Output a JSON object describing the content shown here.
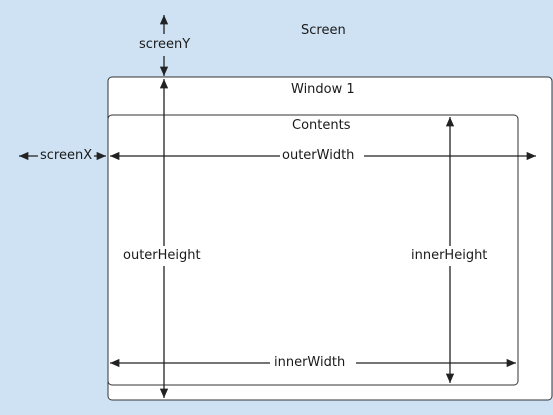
{
  "screen": {
    "label": "Screen"
  },
  "window": {
    "label": "Window 1"
  },
  "contents": {
    "label": "Contents"
  },
  "measures": {
    "screenX": "screenX",
    "screenY": "screenY",
    "outerWidth": "outerWidth",
    "outerHeight": "outerHeight",
    "innerWidth": "innerWidth",
    "innerHeight": "innerHeight"
  },
  "colors": {
    "screen_bg": "#cfe2f3",
    "window_bg": "#ffffff",
    "stroke": "#222222"
  }
}
